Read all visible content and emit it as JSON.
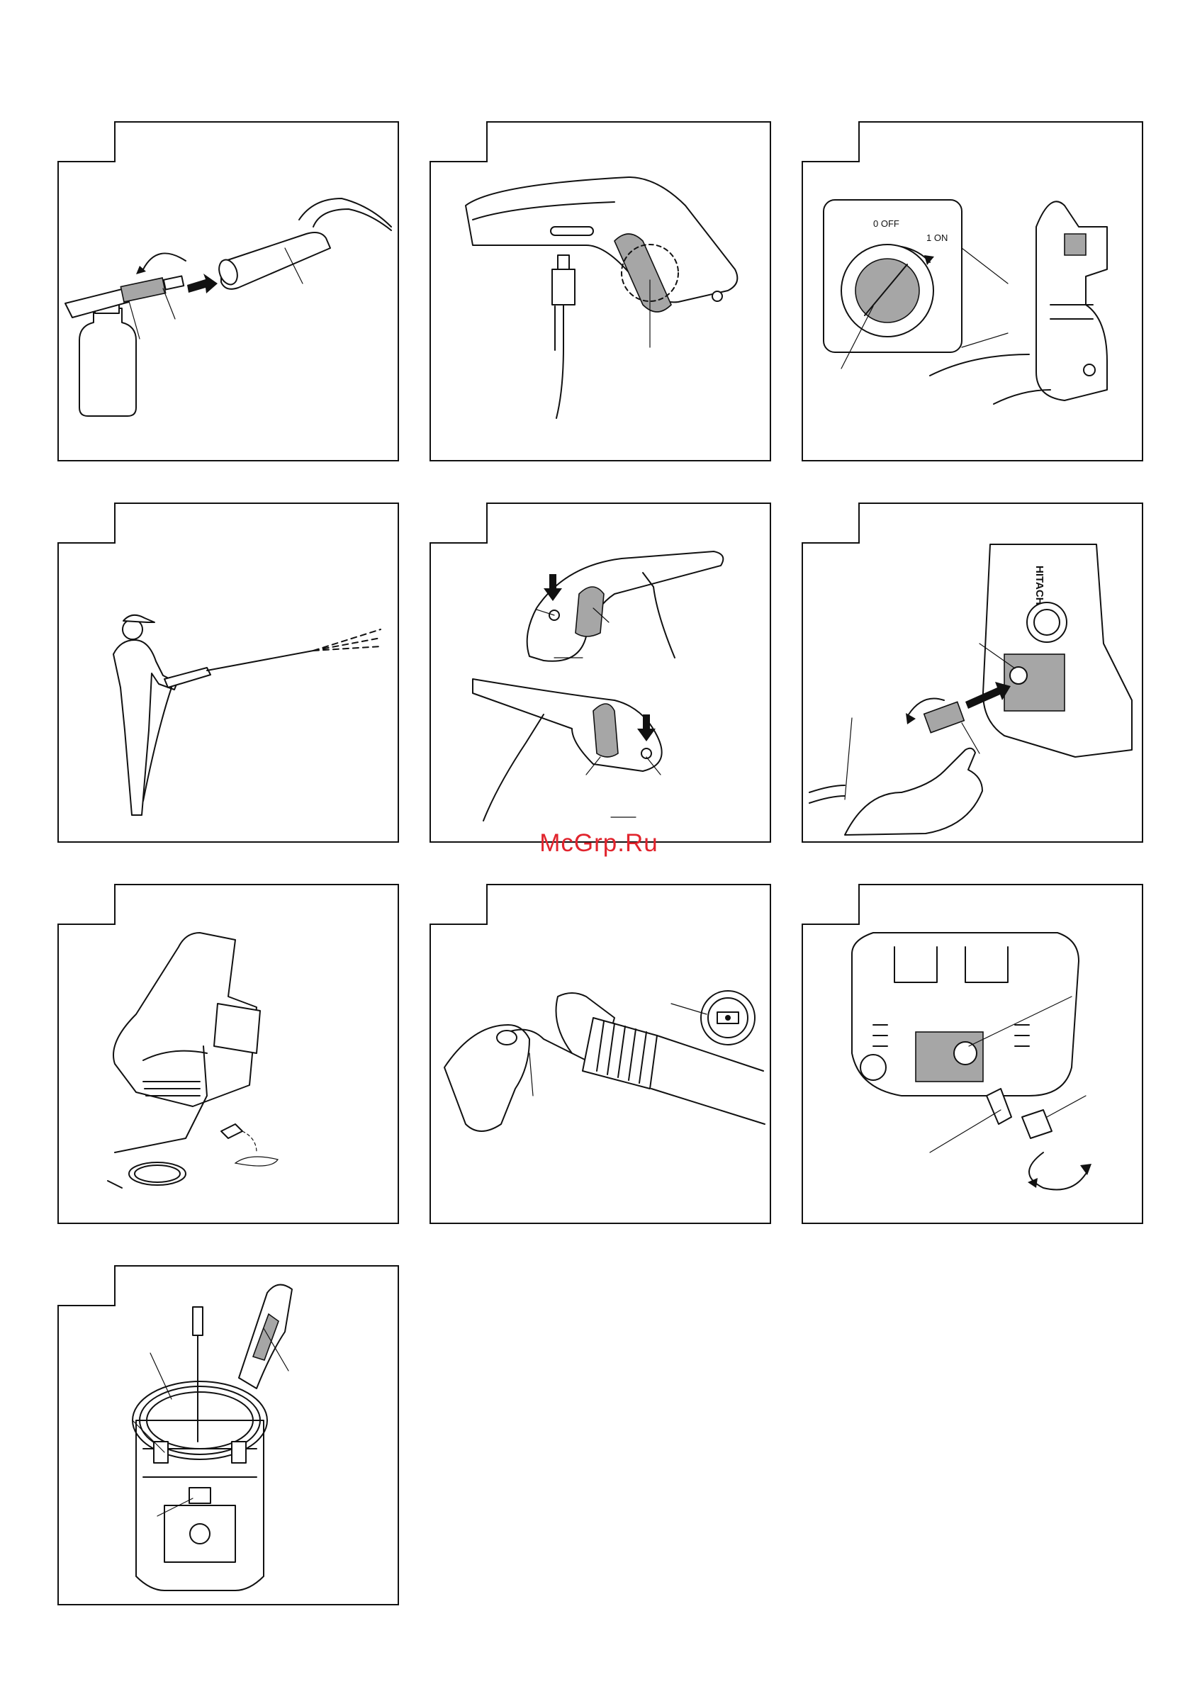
{
  "watermark": {
    "text": "McGrp.Ru",
    "color": "#e1242d"
  },
  "panels": [
    {
      "id": "fig-1",
      "subject": "detergent bottle and nozzle attaching to spray lance"
    },
    {
      "id": "fig-2",
      "subject": "gun handle with trigger lock highlighted"
    },
    {
      "id": "fig-3",
      "subject": "main switch",
      "switch": {
        "off_label": "0 OFF",
        "on_label": "1 ON"
      }
    },
    {
      "id": "fig-4",
      "subject": "operator spraying with gun"
    },
    {
      "id": "fig-5",
      "subject": "trigger safety lock positions"
    },
    {
      "id": "fig-6",
      "subject": "hose coupling removal from inlet",
      "brand": "HITACHI"
    },
    {
      "id": "fig-7",
      "subject": "draining water from unit"
    },
    {
      "id": "fig-8",
      "subject": "cleaning nozzle with needle"
    },
    {
      "id": "fig-9",
      "subject": "removing inlet filter"
    },
    {
      "id": "fig-10",
      "subject": "storage of hose, cord and gun on unit"
    }
  ],
  "icons": {
    "arrow": "arrow-icon",
    "rotate": "rotate-arrow-icon"
  }
}
